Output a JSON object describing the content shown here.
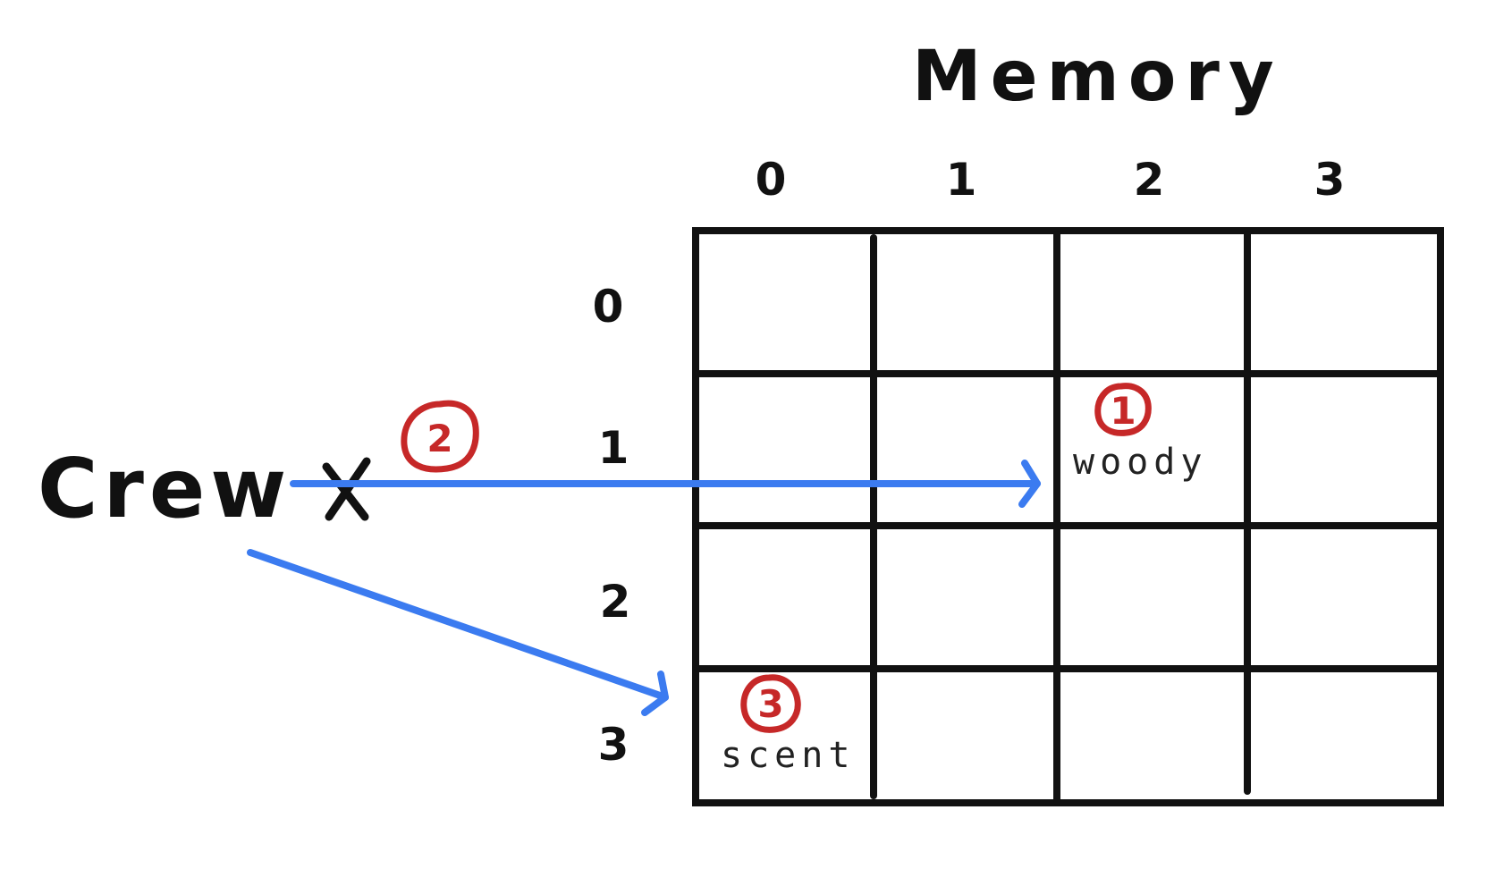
{
  "title": "Memory",
  "column_indices": [
    "0",
    "1",
    "2",
    "3"
  ],
  "row_indices": [
    "0",
    "1",
    "2",
    "3"
  ],
  "source_label": "Crew",
  "invalid_mark": "X",
  "badges": [
    {
      "number": "1",
      "label": "woody",
      "row": 1,
      "col": 2
    },
    {
      "number": "2"
    },
    {
      "number": "3",
      "label": "scent",
      "row": 3,
      "col": 0
    }
  ],
  "colors": {
    "ink": "#111111",
    "arrow": "#3b7bf0",
    "badge": "#c62828"
  },
  "icons": {
    "arrow": "arrow-right",
    "cross": "cross-x",
    "badge": "circled-number"
  }
}
